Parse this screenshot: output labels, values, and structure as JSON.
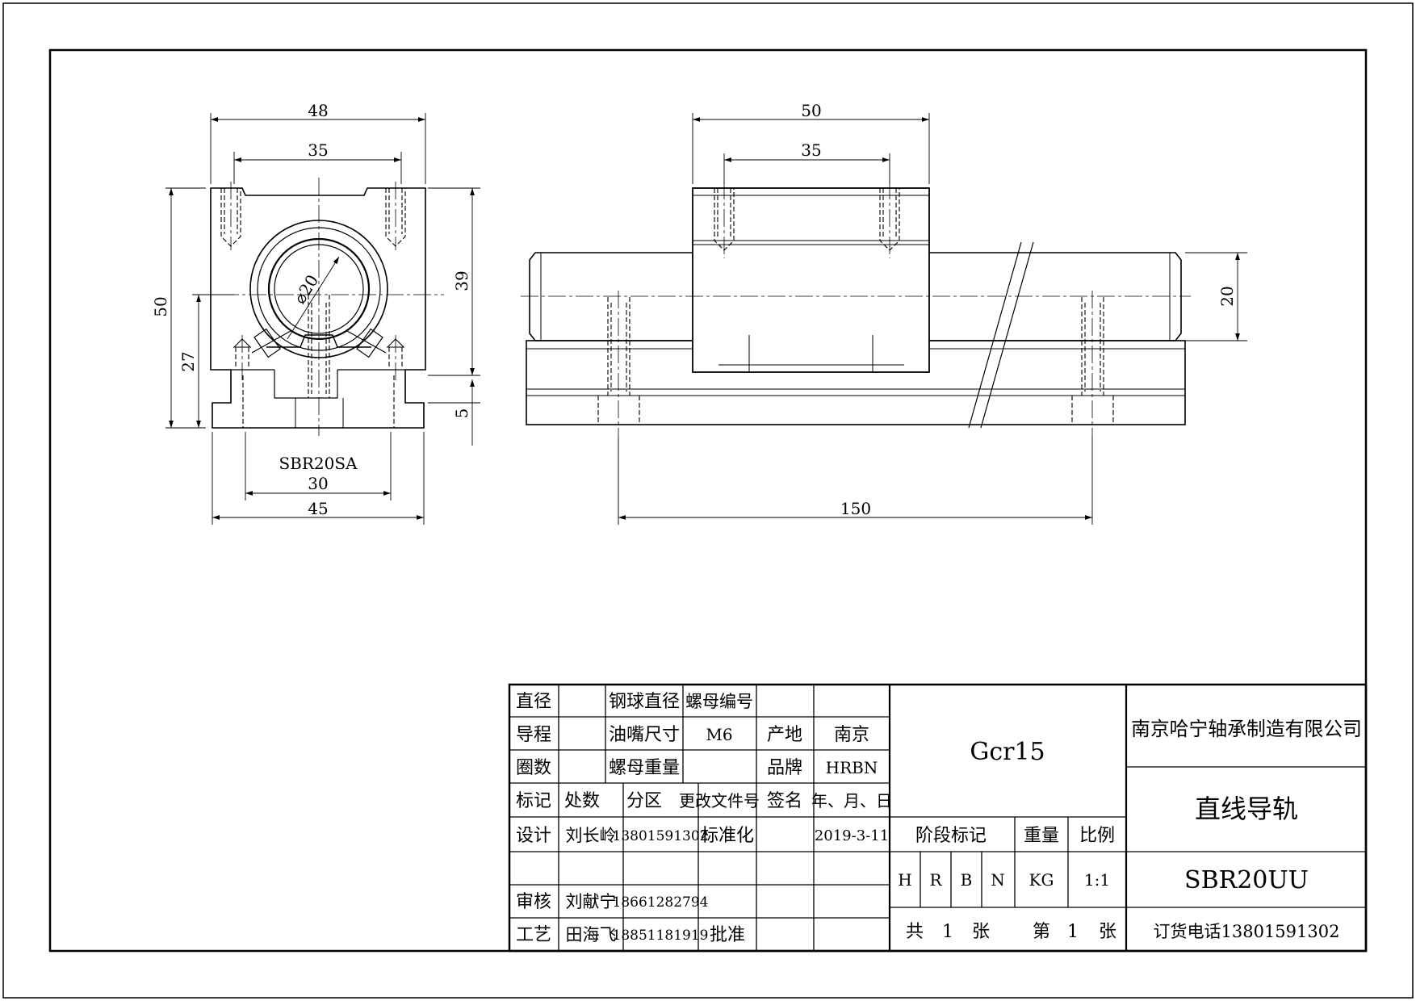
{
  "drawing": {
    "front_view": {
      "dim_width_total": "48",
      "dim_hole_spacing_top": "35",
      "dim_height_total": "50",
      "dim_height_right": "39",
      "dim_center_height": "27",
      "dim_base_thickness": "5",
      "dim_diameter": "⌀20",
      "model_label": "SBR20SA",
      "dim_base_spacing": "30",
      "dim_base_width": "45"
    },
    "side_view": {
      "dim_block_length": "50",
      "dim_hole_spacing": "35",
      "dim_rail_height": "20",
      "dim_rail_hole_spacing": "150"
    }
  },
  "title_block": {
    "rows": [
      [
        "直径",
        "",
        "钢球直径",
        "",
        "螺母编号",
        ""
      ],
      [
        "导程",
        "",
        "油嘴尺寸",
        "M6",
        "产地",
        "南京"
      ],
      [
        "圈数",
        "",
        "螺母重量",
        "",
        "品牌",
        "HRBN"
      ],
      [
        "标记",
        "处数",
        "分区",
        "更改文件号",
        "签名",
        "年、月、日"
      ],
      [
        "设计",
        "刘长岭",
        "13801591302",
        "标准化",
        "",
        "2019-3-11"
      ],
      [
        "",
        "",
        "",
        "",
        "",
        ""
      ],
      [
        "审核",
        "刘献宁",
        "18661282794",
        "",
        "",
        ""
      ],
      [
        "工艺",
        "田海飞",
        "18851181919",
        "批准",
        "",
        ""
      ]
    ],
    "material": "Gcr15",
    "stage_mark_label": "阶段标记",
    "weight_label": "重量",
    "scale_label": "比例",
    "stage_letters": [
      "H",
      "R",
      "B",
      "N"
    ],
    "weight_unit": "KG",
    "scale_value": "1:1",
    "sheet_total": [
      "共",
      "1",
      "张"
    ],
    "sheet_number": [
      "第",
      "1",
      "张"
    ],
    "company": "南京哈宁轴承制造有限公司",
    "part_name": "直线导轨",
    "part_number": "SBR20UU",
    "order_phone": "订货电话13801591302"
  }
}
